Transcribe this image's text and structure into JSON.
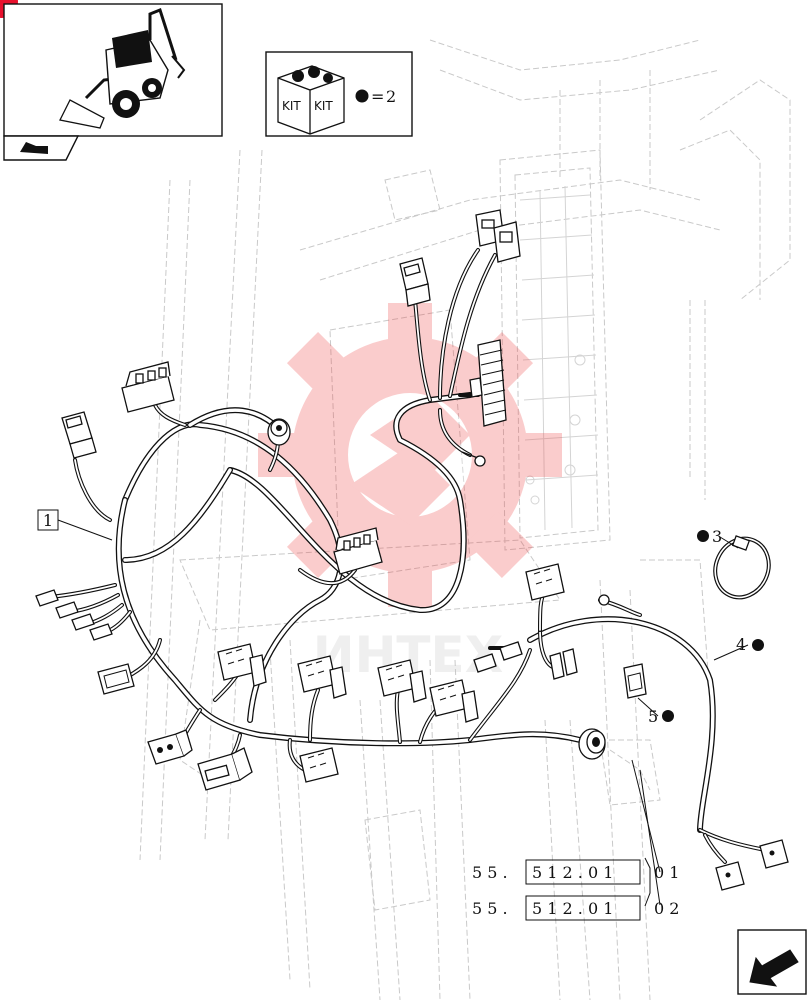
{
  "kit": {
    "label_left": "KIT",
    "label_right": "KIT",
    "legend_value": "2",
    "legend_equals": "="
  },
  "callouts": {
    "c1": "1",
    "c3": "3",
    "c4": "4",
    "c5": "5"
  },
  "references": [
    {
      "prefix": "5 5 .",
      "boxed": "5 1 2 . 0 1",
      "suffix": "0 1"
    },
    {
      "prefix": "5 5 .",
      "boxed": "5 1 2 . 0 1",
      "suffix": "0 2"
    }
  ],
  "watermark": {
    "text": "ИНТЕХ",
    "color": "#f04a4a"
  },
  "colors": {
    "line": "#111111",
    "ghost": "#c9c9c9",
    "accent": "#e8112d"
  },
  "icons": {
    "thumbnail": "backhoe-loader-icon",
    "nav": "go-next-arrow-icon",
    "kit": "kit-box-icon",
    "bullet": "solid-dot-icon"
  }
}
